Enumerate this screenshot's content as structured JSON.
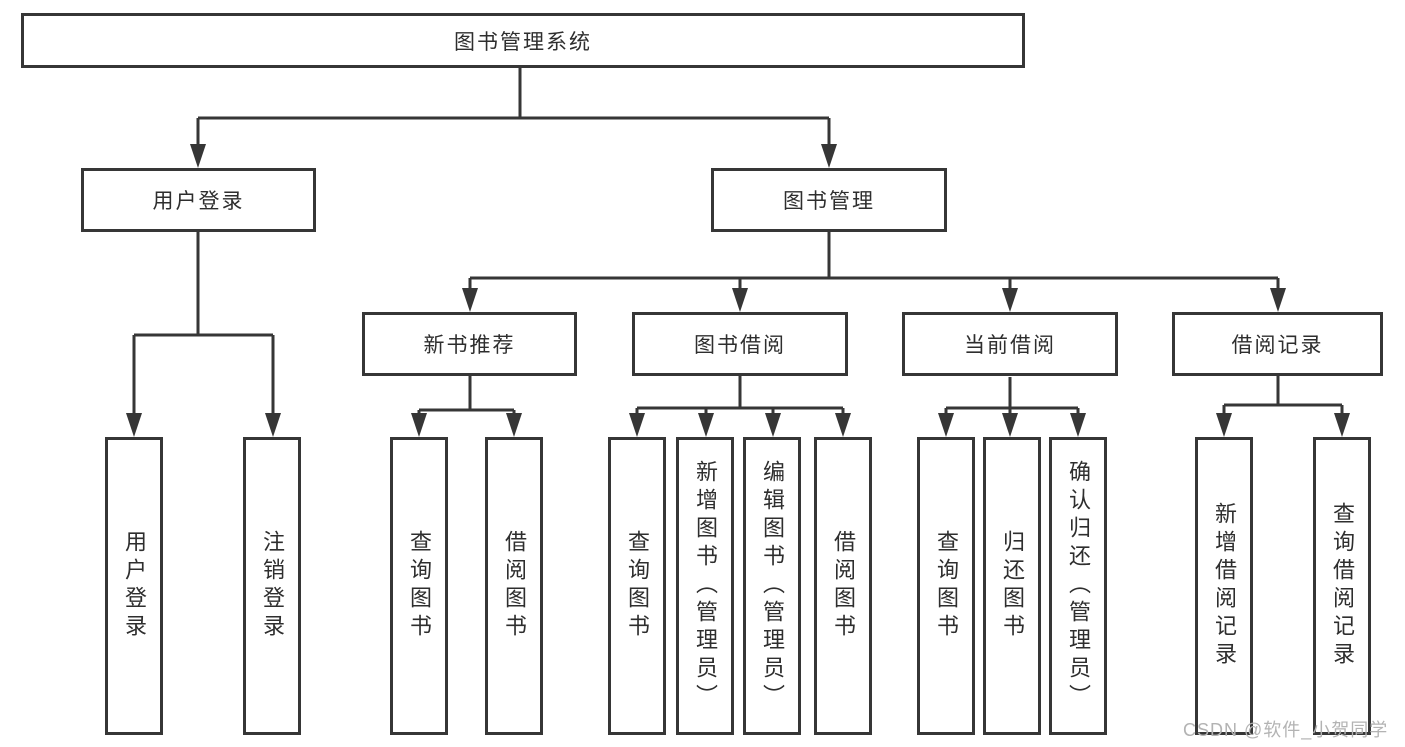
{
  "diagram": {
    "title": "图书管理系统",
    "tree": {
      "root": "图书管理系统",
      "branches": [
        {
          "label": "用户登录",
          "children": [
            "用户登录",
            "注销登录"
          ]
        },
        {
          "label": "图书管理",
          "sections": [
            {
              "label": "新书推荐",
              "children": [
                "查询图书",
                "借阅图书"
              ]
            },
            {
              "label": "图书借阅",
              "children": [
                "查询图书",
                "新增图书（管理员）",
                "编辑图书（管理员）",
                "借阅图书"
              ]
            },
            {
              "label": "当前借阅",
              "children": [
                "查询图书",
                "归还图书",
                "确认归还（管理员）"
              ]
            },
            {
              "label": "借阅记录",
              "children": [
                "新增借阅记录",
                "查询借阅记录"
              ]
            }
          ]
        }
      ]
    },
    "colors": {
      "line": "#363636",
      "text": "#2e2e2e",
      "background": "#ffffff",
      "watermark": "#b3b3b3"
    }
  },
  "watermark": "CSDN @软件_小贺同学"
}
